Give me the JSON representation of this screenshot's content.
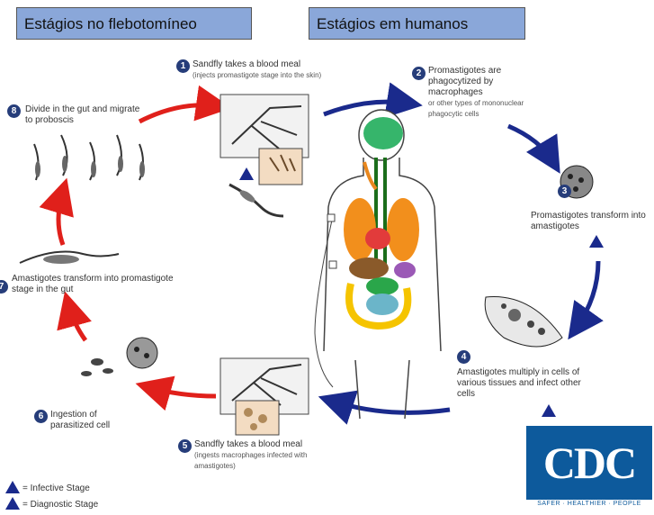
{
  "headers": {
    "left": "Estágios no flebotomíneo",
    "right": "Estágios em humanos"
  },
  "steps": [
    {
      "num": "1",
      "text": "Sandfly takes a blood meal",
      "sub": "(injects promastigote stage into the skin)"
    },
    {
      "num": "2",
      "text": "Promastigotes are phagocytized by macrophages",
      "sub": "or other types of mononuclear phagocytic cells"
    },
    {
      "num": "3",
      "text": "Promastigotes transform into amastigotes",
      "sub": ""
    },
    {
      "num": "4",
      "text": "Amastigotes multiply in cells of various tissues and infect other cells",
      "sub": ""
    },
    {
      "num": "5",
      "text": "Sandfly takes a blood meal",
      "sub": "(ingests macrophages infected with amastigotes)"
    },
    {
      "num": "6",
      "text": "Ingestion of parasitized cell",
      "sub": ""
    },
    {
      "num": "7",
      "text": "Amastigotes transform into promastigote stage in the gut",
      "sub": ""
    },
    {
      "num": "8",
      "text": "Divide in the gut and migrate to proboscis",
      "sub": ""
    }
  ],
  "legend": {
    "infective": "= Infective Stage",
    "diagnostic": "= Diagnostic Stage"
  },
  "logo": {
    "text": "CDC",
    "tagline": "SAFER · HEALTHIER · PEOPLE"
  },
  "colors": {
    "header_bg": "#8aa7d9",
    "sandfly_arrow": "#e0201b",
    "human_arrow": "#1a2a8c",
    "step_badge": "#263d7a"
  }
}
